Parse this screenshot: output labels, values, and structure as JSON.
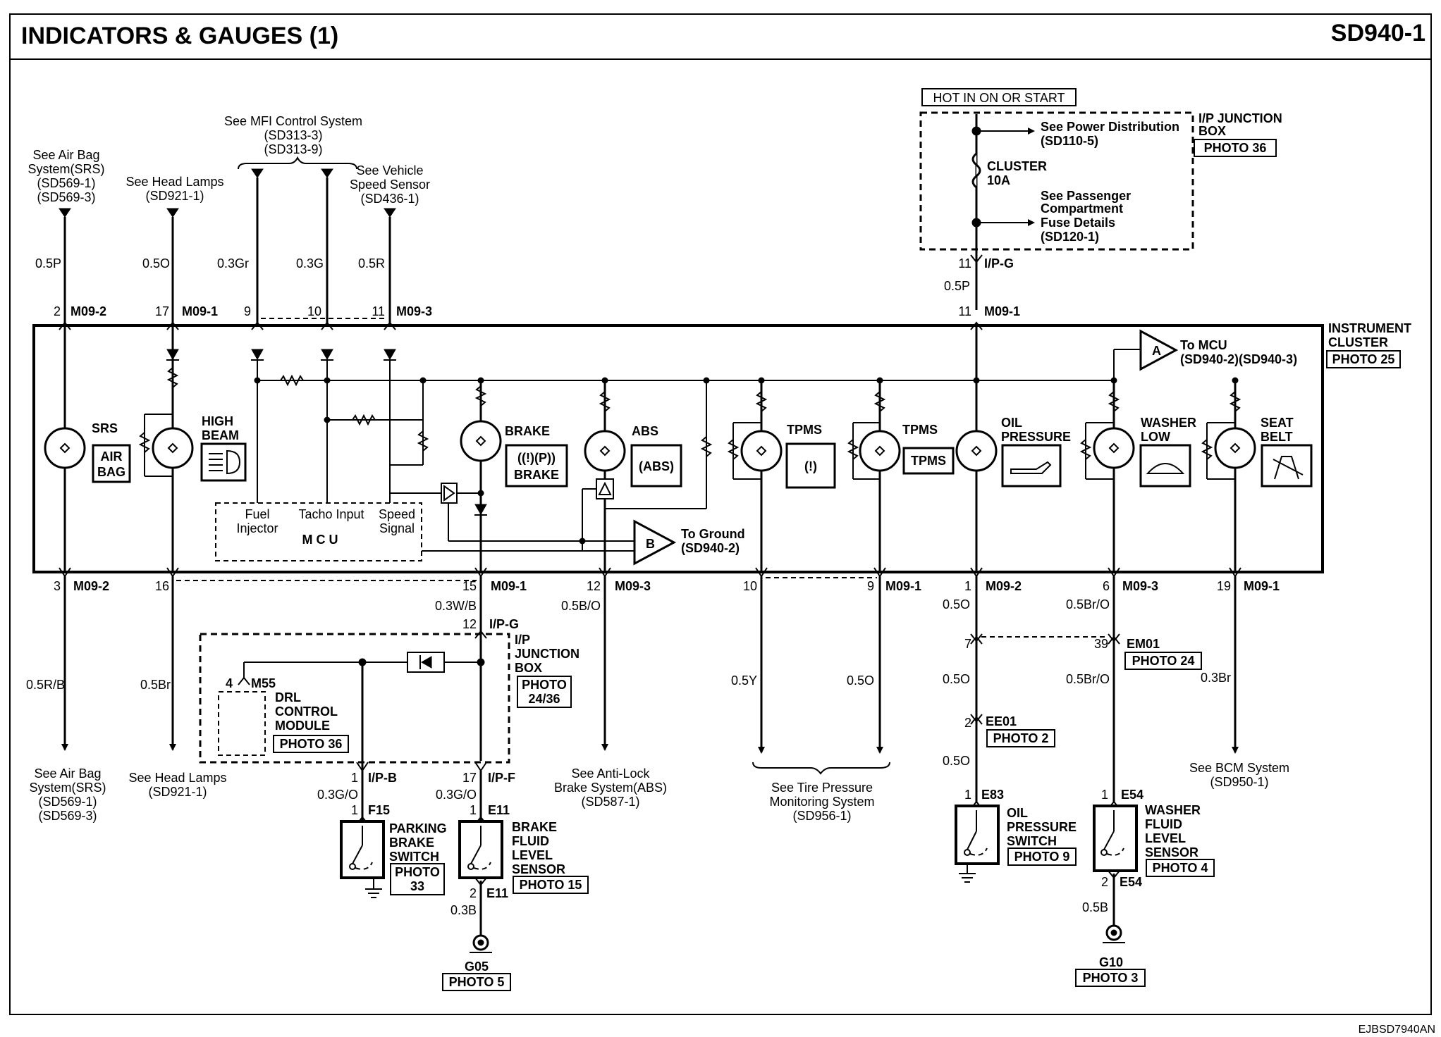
{
  "header": {
    "title": "INDICATORS & GAUGES (1)",
    "page_code": "SD940-1"
  },
  "footer": {
    "code": "EJBSD7940AN"
  },
  "power": {
    "hot_label": "HOT IN ON OR START",
    "junction_box": "I/P JUNCTION BOX",
    "junction_photo": "PHOTO 36",
    "fuse_name": "CLUSTER",
    "fuse_rating": "10A",
    "see_power": "See Power Distribution",
    "see_power_ref": "(SD110-5)",
    "see_pass_1": "See Passenger",
    "see_pass_2": "Compartment",
    "see_pass_3": "Fuse Details",
    "see_pass_ref": "(SD120-1)",
    "pin_upper": "11",
    "conn_upper": "I/P-G",
    "wire": "0.5P",
    "pin_lower": "11",
    "conn_lower": "M09-1"
  },
  "cluster": {
    "label_1": "INSTRUMENT",
    "label_2": "CLUSTER",
    "photo": "PHOTO 25",
    "to_mcu": "To MCU",
    "to_mcu_ref": "(SD940-2)(SD940-3)",
    "to_ground": "To Ground",
    "to_ground_ref": "(SD940-2)",
    "node_a": "A",
    "node_b": "B",
    "mcu": "M C U",
    "fuel_1": "Fuel",
    "fuel_2": "Injector",
    "tacho": "Tacho Input",
    "speed_1": "Speed",
    "speed_2": "Signal"
  },
  "lamps": {
    "srs": "SRS",
    "srs_icon_1": "AIR",
    "srs_icon_2": "BAG",
    "high_1": "HIGH",
    "high_2": "BEAM",
    "brake": "BRAKE",
    "brake_icon_1": "((!)(P))",
    "brake_icon_2": "BRAKE",
    "abs": "ABS",
    "abs_icon": "(ABS)",
    "tpms_1": "TPMS",
    "tpms_2": "TPMS",
    "tpms_icon_1": "(!)",
    "tpms_icon_2": "TPMS",
    "oil_1": "OIL",
    "oil_2": "PRESSURE",
    "washer_1": "WASHER",
    "washer_2": "LOW",
    "seat_1": "SEAT",
    "seat_2": "BELT"
  },
  "top_refs": {
    "airbag_1": "See Air Bag",
    "airbag_2": "System(SRS)",
    "airbag_3": "(SD569-1)",
    "airbag_4": "(SD569-3)",
    "head_1": "See Head Lamps",
    "head_2": "(SD921-1)",
    "mfi_1": "See MFI Control System",
    "mfi_2": "(SD313-3)",
    "mfi_3": "(SD313-9)",
    "vss_1": "See Vehicle",
    "vss_2": "Speed Sensor",
    "vss_3": "(SD436-1)"
  },
  "top_wires": {
    "w1": "0.5P",
    "w2": "0.5O",
    "w3": "0.3Gr",
    "w4": "0.3G",
    "w5": "0.5R",
    "p1": "2",
    "c1": "M09-2",
    "p2": "17",
    "c2": "M09-1",
    "p3": "9",
    "p4": "10",
    "p5": "11",
    "c5": "M09-3"
  },
  "bottom_conn": {
    "p_srs": "3",
    "c_srs": "M09-2",
    "p_head": "16",
    "p_brake": "15",
    "c_brake": "M09-1",
    "p_abs": "12",
    "c_abs": "M09-3",
    "p_tp1": "10",
    "p_tp2": "9",
    "c_tp2": "M09-1",
    "p_oil": "1",
    "c_oil": "M09-2",
    "p_wash": "6",
    "c_wash": "M09-3",
    "p_seat": "19",
    "c_seat": "M09-1"
  },
  "bottom_left": {
    "w_srs": "0.5R/B",
    "w_head": "0.5Br",
    "srs_ref_1": "See Air Bag",
    "srs_ref_2": "System(SRS)",
    "srs_ref_3": "(SD569-1)",
    "srs_ref_4": "(SD569-3)",
    "head_ref_1": "See Head Lamps",
    "head_ref_2": "(SD921-1)"
  },
  "brake_circuit": {
    "w_top": "0.3W/B",
    "pin_ipg": "12",
    "conn_ipg": "I/P-G",
    "box_1": "I/P",
    "box_2": "JUNCTION",
    "box_3": "BOX",
    "box_photo_1": "PHOTO",
    "box_photo_2": "24/36",
    "drl_pin": "4",
    "drl_conn": "M55",
    "drl_1": "DRL",
    "drl_2": "CONTROL",
    "drl_3": "MODULE",
    "drl_photo": "PHOTO 36",
    "pin_ipb": "1",
    "conn_ipb": "I/P-B",
    "pin_ipf": "17",
    "conn_ipf": "I/P-F",
    "w_pbs": "0.3G/O",
    "w_bfl": "0.3G/O",
    "pin_f15": "1",
    "conn_f15": "F15",
    "pin_e11": "1",
    "conn_e11": "E11",
    "pbs_1": "PARKING",
    "pbs_2": "BRAKE",
    "pbs_3": "SWITCH",
    "pbs_photo_1": "PHOTO",
    "pbs_photo_2": "33",
    "bfl_1": "BRAKE",
    "bfl_2": "FLUID",
    "bfl_3": "LEVEL",
    "bfl_4": "SENSOR",
    "bfl_photo": "PHOTO 15",
    "pin_e11b": "2",
    "conn_e11b": "E11",
    "w_gnd": "0.3B",
    "gnd": "G05",
    "gnd_photo": "PHOTO 5"
  },
  "abs_circuit": {
    "w": "0.5B/O",
    "ref_1": "See Anti-Lock",
    "ref_2": "Brake System(ABS)",
    "ref_3": "(SD587-1)"
  },
  "tpms_circuit": {
    "w1": "0.5Y",
    "w2": "0.5O",
    "ref_1": "See Tire Pressure",
    "ref_2": "Monitoring System",
    "ref_3": "(SD956-1)"
  },
  "oil_circuit": {
    "w1": "0.5O",
    "pin_7": "7",
    "w2": "0.5O",
    "pin_ee": "2",
    "conn_ee": "EE01",
    "ee_photo": "PHOTO 2",
    "w3": "0.5O",
    "pin_e83": "1",
    "conn_e83": "E83",
    "name_1": "OIL",
    "name_2": "PRESSURE",
    "name_3": "SWITCH",
    "photo": "PHOTO 9"
  },
  "washer_circuit": {
    "w1": "0.5Br/O",
    "pin_39": "39",
    "conn_em": "EM01",
    "em_photo": "PHOTO 24",
    "w2": "0.5Br/O",
    "pin_e54": "1",
    "conn_e54": "E54",
    "name_1": "WASHER",
    "name_2": "FLUID",
    "name_3": "LEVEL",
    "name_4": "SENSOR",
    "photo": "PHOTO 4",
    "pin_e54b": "2",
    "conn_e54b": "E54",
    "w3": "0.5B",
    "gnd": "G10",
    "gnd_photo": "PHOTO 3"
  },
  "seat_circuit": {
    "w": "0.3Br",
    "ref_1": "See BCM System",
    "ref_2": "(SD950-1)"
  }
}
